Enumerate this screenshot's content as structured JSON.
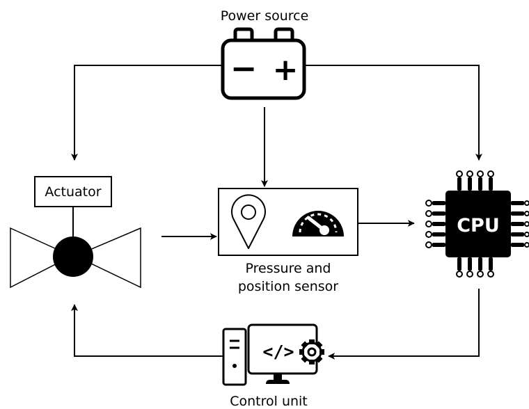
{
  "labels": {
    "power_source": "Power source",
    "actuator": "Actuator",
    "sensor_line1": "Pressure and",
    "sensor_line2": "position sensor",
    "control_unit": "Control unit",
    "cpu": "CPU",
    "battery_minus": "−",
    "battery_plus": "+",
    "code_glyph": "</>"
  },
  "icons": {
    "power": "battery-icon",
    "actuator": "valve-icon",
    "sensor_left": "location-pin-icon",
    "sensor_right": "gauge-icon",
    "processor": "cpu-chip-icon",
    "controller": "computer-code-settings-icon"
  },
  "colors": {
    "stroke": "#000000",
    "background": "#ffffff"
  }
}
